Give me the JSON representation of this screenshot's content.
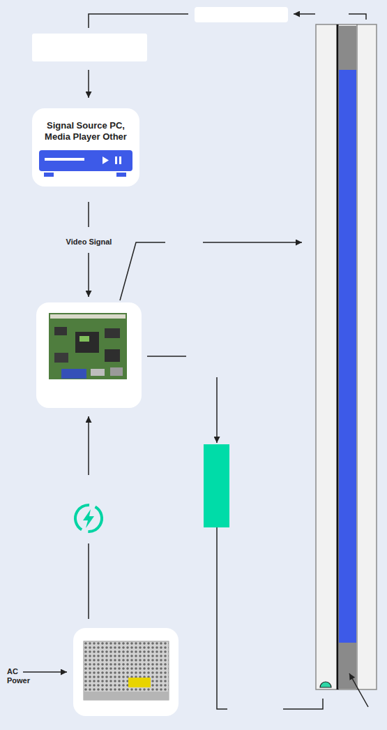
{
  "diagram": {
    "nodes": [
      {
        "text": [
          "Signal Source PC, Media Player Other"
        ]
      }
    ],
    "labels": [
      "Video Signal",
      "AC Power"
    ]
  }
}
